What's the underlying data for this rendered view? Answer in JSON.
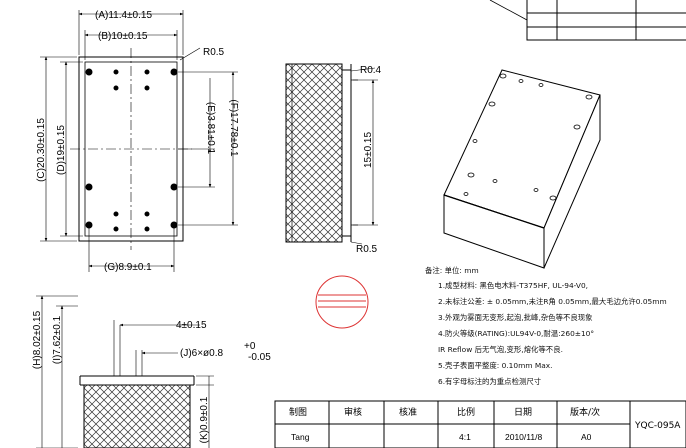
{
  "top_view": {
    "dim_a": "(A)11.4±0.15",
    "dim_b": "(B)10±0.15",
    "radius": "R0.5",
    "dim_c": "(C)20.30±0.15",
    "dim_d": "(D)19±0.15",
    "dim_e": "(E)3.81±0.1",
    "dim_f": "(F)17.78±0.1",
    "dim_g": "(G)8.9±0.1"
  },
  "side_view": {
    "radius_top": "R0.4",
    "dim_15": "15±0.15",
    "radius_bottom": "R0.5"
  },
  "front_view": {
    "dim_h": "(H)8.02±0.15",
    "dim_i": "(I)7.62±0.1",
    "dim_4": "4±0.15",
    "dim_j_label": "(J)6×ø0.8",
    "dim_j_tol_upper": "+0",
    "dim_j_tol_lower": "-0.05",
    "dim_k": "(K)0.9±0.1"
  },
  "notes": {
    "header": "备注:  单位: mm",
    "lines": [
      "1.成型材料: 黑色电木料-T375HF, UL-94-V0,",
      "2.未标注公差: ± 0.05mm,未注R角 0.05mm,最大毛边允许0.05mm",
      "3.外观为雾面无变形,起泡,批峰,杂色等不良现象",
      "4.防火等级(RATING):UL94V-0,耐温:260±10°",
      "  IR Reflow 后无气泡,变形,熔化等不良.",
      "5.壳子表面平整度: 0.10mm Max.",
      "6.有字母标注的为重点检测尺寸"
    ]
  },
  "title_block": {
    "headers": [
      "制图",
      "审核",
      "核准",
      "比例",
      "日期",
      "版本/次"
    ],
    "values": [
      "Tang",
      "",
      "",
      "4:1",
      "2010/11/8",
      "A0"
    ],
    "part_number": "YQC-095A"
  }
}
